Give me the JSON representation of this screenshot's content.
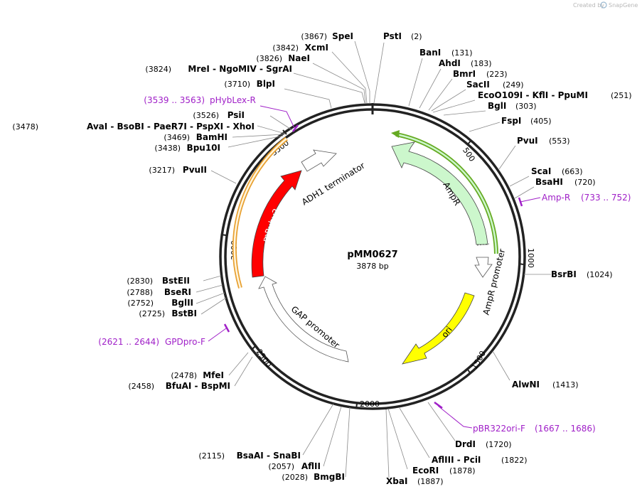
{
  "credit": {
    "prefix": "Created by",
    "brand": "SnapGene"
  },
  "plasmid": {
    "name": "pMM0627",
    "length_label": "3878 bp"
  },
  "ticks": [
    "500",
    "1000",
    "1500",
    "2000",
    "2500",
    "3000",
    "3500"
  ],
  "features": {
    "ampr": "AmpR",
    "ampr_promoter": "AmpR promoter",
    "ori": "ori",
    "gap_promoter": "GAP promoter",
    "mruby2": "mRuby2",
    "adh1_terminator": "ADH1 terminator"
  },
  "enzymes": [
    {
      "pos": "(3867)",
      "name": "SpeI"
    },
    {
      "pos": "(3842)",
      "name": "XcmI"
    },
    {
      "pos": "(3826)",
      "name": "NaeI"
    },
    {
      "pos": "(3824)",
      "name": "MreI - NgoMIV - SgrAI"
    },
    {
      "pos": "(3710)",
      "name": "BlpI"
    },
    {
      "pos": "(3526)",
      "name": "PsiI"
    },
    {
      "pos": "(3478)",
      "name": "AvaI - BsoBI - PaeR7I - PspXI - XhoI"
    },
    {
      "pos": "(3469)",
      "name": "BamHI"
    },
    {
      "pos": "(3438)",
      "name": "Bpu10I"
    },
    {
      "pos": "(3217)",
      "name": "PvuII"
    },
    {
      "pos": "(2830)",
      "name": "BstEII"
    },
    {
      "pos": "(2788)",
      "name": "BseRI"
    },
    {
      "pos": "(2752)",
      "name": "BglII"
    },
    {
      "pos": "(2725)",
      "name": "BstBI"
    },
    {
      "pos": "(2478)",
      "name": "MfeI"
    },
    {
      "pos": "(2458)",
      "name": "BfuAI - BspMI"
    },
    {
      "pos": "(2115)",
      "name": "BsaAI - SnaBI"
    },
    {
      "pos": "(2057)",
      "name": "AflII"
    },
    {
      "pos": "(2028)",
      "name": "BmgBI"
    },
    {
      "pos": "(2)",
      "name": "PstI"
    },
    {
      "pos": "(131)",
      "name": "BanI"
    },
    {
      "pos": "(183)",
      "name": "AhdI"
    },
    {
      "pos": "(223)",
      "name": "BmrI"
    },
    {
      "pos": "(249)",
      "name": "SacII"
    },
    {
      "pos": "(251)",
      "name": "EcoO109I - KflI - PpuMI"
    },
    {
      "pos": "(303)",
      "name": "BglI"
    },
    {
      "pos": "(405)",
      "name": "FspI"
    },
    {
      "pos": "(553)",
      "name": "PvuI"
    },
    {
      "pos": "(663)",
      "name": "ScaI"
    },
    {
      "pos": "(720)",
      "name": "BsaHI"
    },
    {
      "pos": "(1024)",
      "name": "BsrBI"
    },
    {
      "pos": "(1413)",
      "name": "AlwNI"
    },
    {
      "pos": "(1720)",
      "name": "DrdI"
    },
    {
      "pos": "(1822)",
      "name": "AflIII - PciI"
    },
    {
      "pos": "(1878)",
      "name": "EcoRI"
    },
    {
      "pos": "(1887)",
      "name": "XbaI"
    }
  ],
  "primers": [
    {
      "name": "pHybLex-R",
      "range": "(3539 .. 3563)"
    },
    {
      "name": "Amp-R",
      "range": "(733 .. 752)"
    },
    {
      "name": "GPDpro-F",
      "range": "(2621 .. 2644)"
    },
    {
      "name": "pBR322ori-F",
      "range": "(1667 .. 1686)"
    }
  ],
  "colors": {
    "backbone": "#222222",
    "ampr": "#ccf7cc",
    "ori": "#ffff00",
    "mruby2": "#ff0000",
    "promoter_fill": "#ffffff",
    "primer": "#a020c8",
    "ampr_arc": "#66aa22",
    "gap_arc": "#e8a030"
  }
}
